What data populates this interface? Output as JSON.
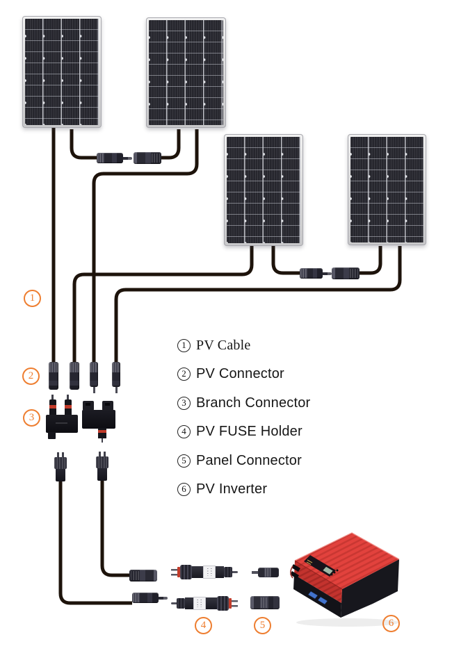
{
  "legend": {
    "items": [
      {
        "num": "1",
        "label": "PV Cable"
      },
      {
        "num": "2",
        "label": "PV Connector"
      },
      {
        "num": "3",
        "label": "Branch Connector"
      },
      {
        "num": "4",
        "label": "PV FUSE Holder"
      },
      {
        "num": "5",
        "label": "Panel Connector"
      },
      {
        "num": "6",
        "label": "PV Inverter"
      }
    ]
  },
  "markers": [
    "1",
    "2",
    "3",
    "4",
    "5",
    "6"
  ],
  "colors": {
    "accent_orange": "#ee7e30",
    "cable": "#1d130b",
    "connector_body": "#2a2a35",
    "red_band": "#c23b2a",
    "panel_cell": "#26262d",
    "panel_frame": "#d8d8d8",
    "inverter_red": "#e2423d",
    "legend_text": "#161616"
  }
}
